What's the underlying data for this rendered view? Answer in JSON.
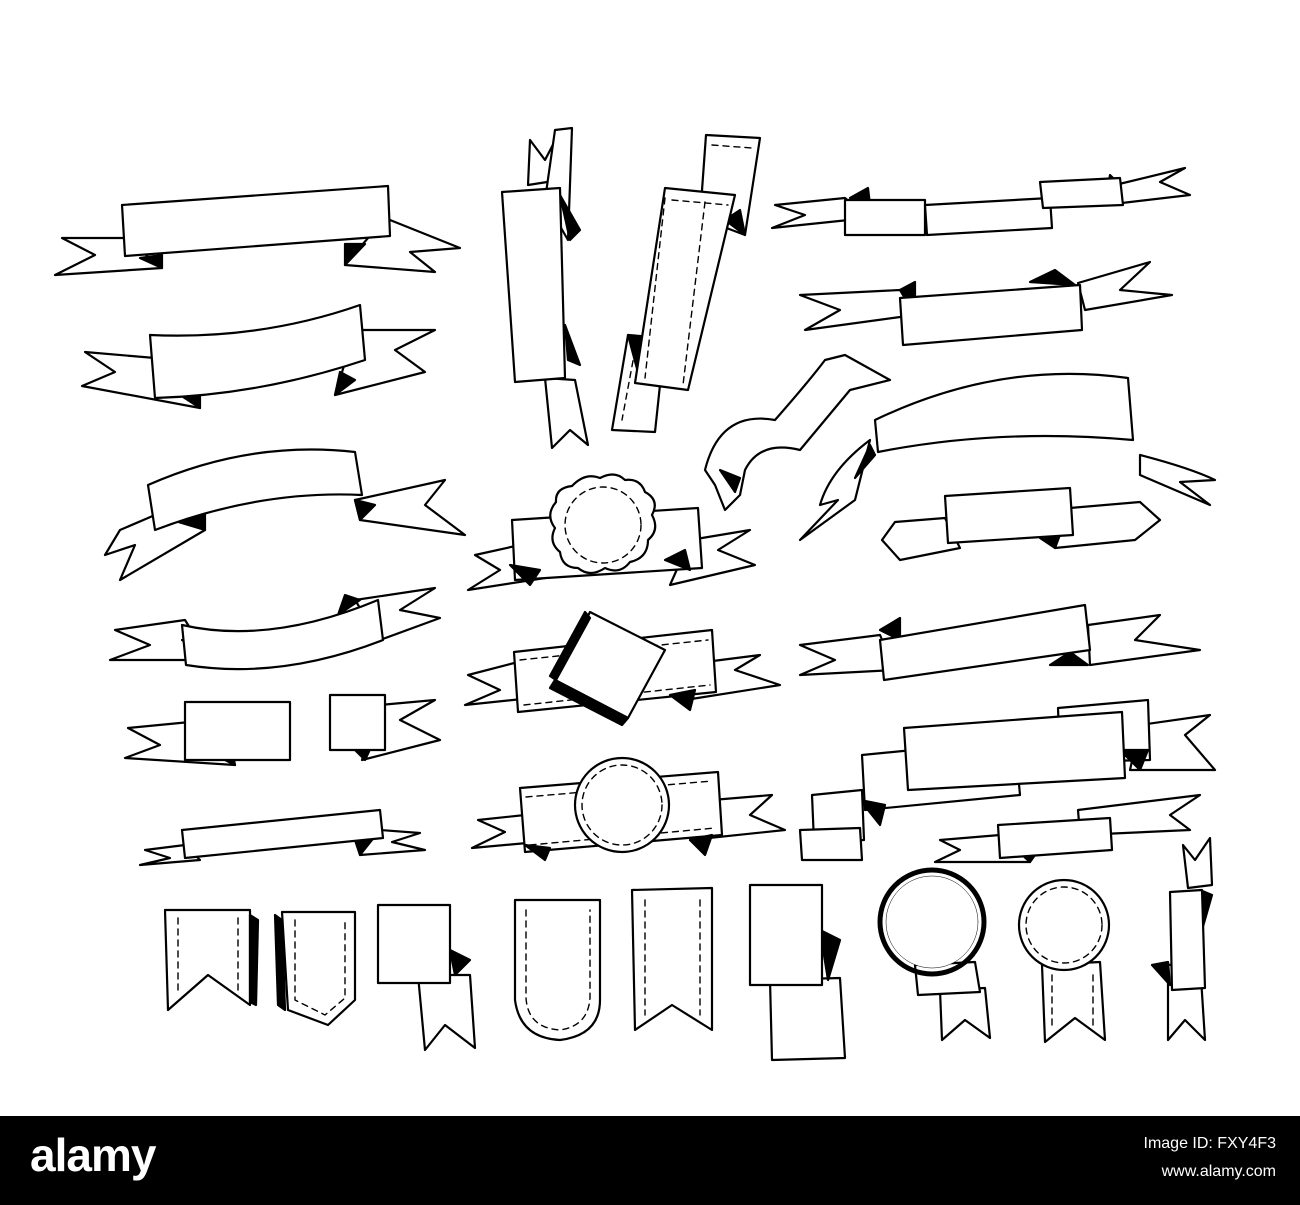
{
  "watermark": {
    "logo_text": "alamy",
    "image_id_line": "Image ID: FXY4F3",
    "url_line": "www.alamy.com"
  },
  "palette": {
    "ink": "#000000",
    "paper": "#ffffff"
  }
}
